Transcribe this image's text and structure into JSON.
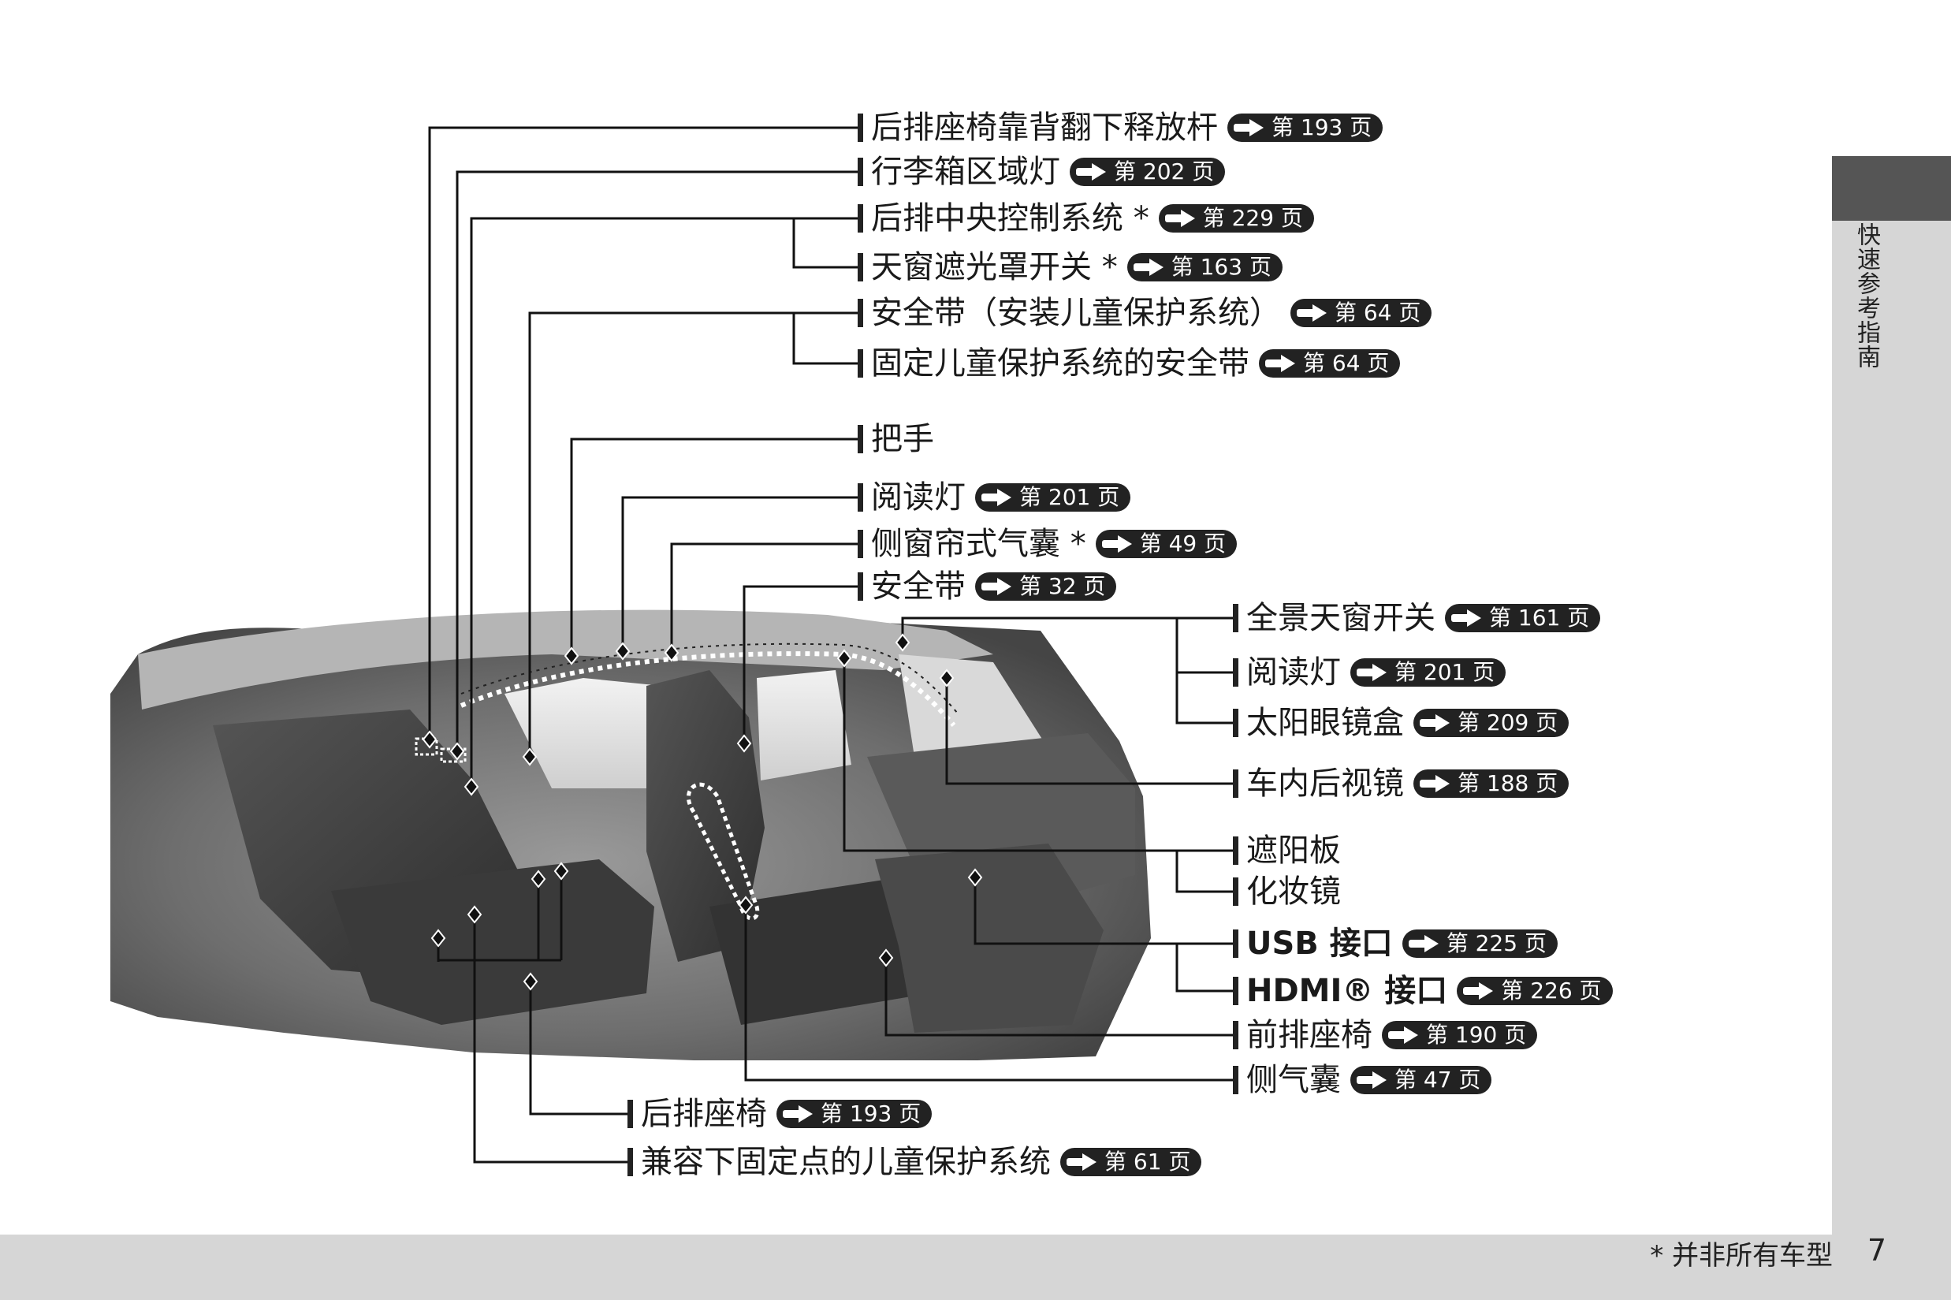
{
  "labels": {
    "rear_seatback_release": {
      "text": "后排座椅靠背翻下释放杆",
      "ref": "第 193 页"
    },
    "trunk_light": {
      "text": "行李箱区域灯",
      "ref": "第 202 页"
    },
    "rear_center_control": {
      "text": "后排中央控制系统 *",
      "ref": "第 229 页"
    },
    "sunshade_switch": {
      "text": "天窗遮光罩开关 *",
      "ref": "第 163 页"
    },
    "seatbelt_child": {
      "text": "安全带（安装儿童保护系统）",
      "ref": "第 64 页"
    },
    "seatbelt_fixed_child": {
      "text": "固定儿童保护系统的安全带",
      "ref": "第 64 页"
    },
    "grab_handle": {
      "text": "把手"
    },
    "reading_light_rear": {
      "text": "阅读灯",
      "ref": "第 201 页"
    },
    "side_curtain_airbag": {
      "text": "侧窗帘式气囊 *",
      "ref": "第 49 页"
    },
    "seatbelt": {
      "text": "安全带",
      "ref": "第 32 页"
    },
    "panoramic_sunroof_switch": {
      "text": "全景天窗开关",
      "ref": "第 161 页"
    },
    "reading_light_front": {
      "text": "阅读灯",
      "ref": "第 201 页"
    },
    "sunglasses_holder": {
      "text": "太阳眼镜盒",
      "ref": "第 209 页"
    },
    "rearview_mirror": {
      "text": "车内后视镜",
      "ref": "第 188 页"
    },
    "sun_visor": {
      "text": "遮阳板"
    },
    "vanity_mirror": {
      "text": "化妆镜"
    },
    "usb_port": {
      "text": "USB 接口",
      "ref": "第 225 页"
    },
    "hdmi_port": {
      "text": "HDMI® 接口",
      "ref": "第 226 页"
    },
    "front_seat": {
      "text": "前排座椅",
      "ref": "第 190 页"
    },
    "side_airbag": {
      "text": "侧气囊",
      "ref": "第 47 页"
    },
    "rear_seat": {
      "text": "后排座椅",
      "ref": "第 193 页"
    },
    "lower_anchors": {
      "text": "兼容下固定点的儿童保护系统",
      "ref": "第 61 页"
    }
  },
  "side_tab": {
    "label": "快速参考指南"
  },
  "footer": {
    "footnote": "* 并非所有车型",
    "page_number": "7"
  }
}
